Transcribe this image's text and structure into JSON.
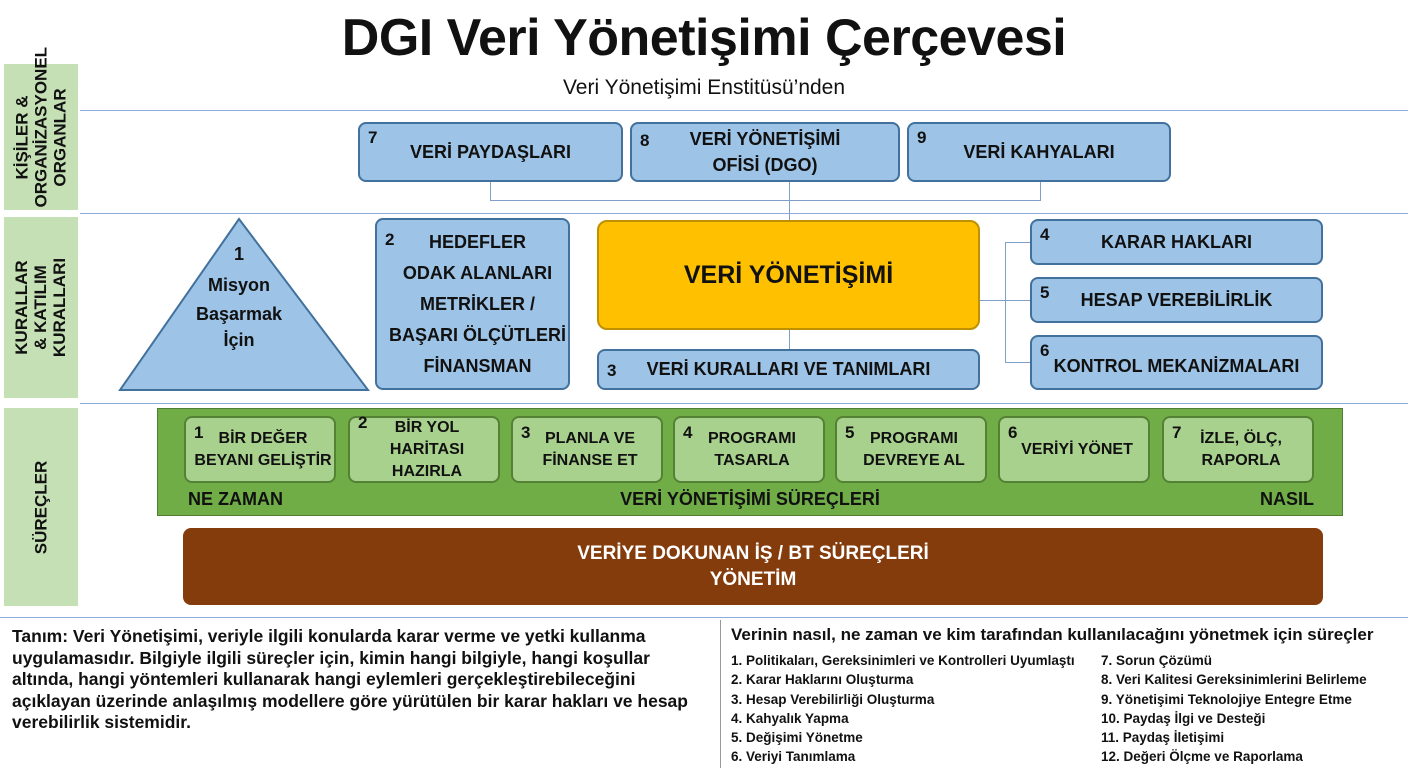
{
  "title": "DGI Veri Yönetişimi Çerçevesi",
  "subtitle": "Veri Yönetişimi Enstitüsü’nden",
  "sidebar": [
    "KİŞİLER & ORGANİZASYONEL ORGANLAR",
    "KURALLAR & KATILIM KURALLARI",
    "SÜREÇLER"
  ],
  "people": [
    {
      "num": "7",
      "label": "VERİ PAYDAŞLARI"
    },
    {
      "num": "8",
      "label": "VERİ YÖNETİŞİMİ OFİSİ (DGO)"
    },
    {
      "num": "9",
      "label": "VERİ KAHYALARI"
    }
  ],
  "mission": {
    "num": "1",
    "line1": "Misyon",
    "line2": "Başarmak",
    "line3": "İçin"
  },
  "goals": {
    "num": "2",
    "lines": [
      "HEDEFLER",
      "ODAK ALANLARI",
      "METRİKLER /",
      "BAŞARI ÖLÇÜTLERİ",
      "FİNANSMAN"
    ]
  },
  "center": "VERİ YÖNETİŞİMİ",
  "rules": {
    "num": "3",
    "label": "VERİ KURALLARI VE TANIMLARI"
  },
  "right": [
    {
      "num": "4",
      "label": "KARAR HAKLARI"
    },
    {
      "num": "5",
      "label": "HESAP VEREBİLİRLİK"
    },
    {
      "num": "6",
      "label": "KONTROL MEKANİZMALARI"
    }
  ],
  "processes": [
    {
      "num": "1",
      "label": "BİR DEĞER BEYANI GELİŞTİR"
    },
    {
      "num": "2",
      "label": "BİR YOL HARİTASI HAZIRLA"
    },
    {
      "num": "3",
      "label": "PLANLA VE FİNANSE ET"
    },
    {
      "num": "4",
      "label": "PROGRAMI TASARLA"
    },
    {
      "num": "5",
      "label": "PROGRAMI DEVREYE AL"
    },
    {
      "num": "6",
      "label": "VERİYİ YÖNET"
    },
    {
      "num": "7",
      "label": "İZLE, ÖLÇ, RAPORLA"
    }
  ],
  "band": {
    "left": "NE ZAMAN",
    "center": "VERİ YÖNETİŞİMİ SÜREÇLERİ",
    "right": "NASIL"
  },
  "brown": {
    "line1": "VERİYE DOKUNAN İŞ / BT SÜREÇLERİ",
    "line2": "YÖNETİM"
  },
  "definition": "Tanım: Veri Yönetişimi, veriyle ilgili konularda karar verme ve yetki kullanma uygulamasıdır. Bilgiyle ilgili süreçler için, kimin hangi bilgiyle, hangi koşullar altında, hangi yöntemleri kullanarak hangi eylemleri gerçekleştirebileceğini açıklayan üzerinde anlaşılmış modellere göre yürütülen bir karar hakları ve hesap verebilirlik sistemidir.",
  "list_title": "Verinin nasıl, ne zaman ve kim tarafından kullanılacağını yönetmek için süreçler",
  "list": [
    "1.   Politikaları, Gereksinimleri ve Kontrolleri Uyumlaştı",
    "2.   Karar Haklarını Oluşturma",
    "3.   Hesap Verebilirliği Oluşturma",
    "4.   Kahyalık Yapma",
    "5.   Değişimi Yönetme",
    "6.   Veriyi Tanımlama",
    "7.   Sorun Çözümü",
    "8.   Veri Kalitesi Gereksinimlerini Belirleme",
    "9.   Yönetişimi Teknolojiye Entegre Etme",
    "10. Paydaş İlgi ve Desteği",
    "11. Paydaş İletişimi",
    "12. Değeri Ölçme ve Raporlama"
  ]
}
